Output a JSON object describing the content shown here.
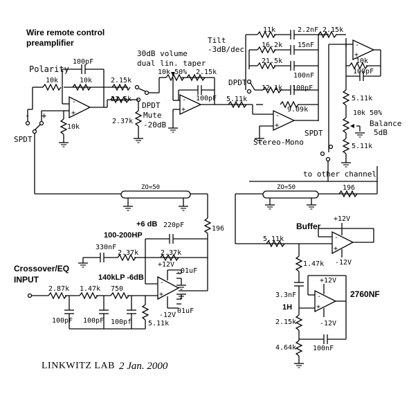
{
  "title_line1": "Wire remote control",
  "title_line2": "preamplifier",
  "polarity": "Polarity",
  "spdt_left": "SPDT",
  "minus": "-",
  "plus": "+",
  "pol_cap": "100pF",
  "pol_r1": "10k",
  "pol_r2": "10k",
  "pol_r3": "10k",
  "r_215_a": "2.15k",
  "r_215_b": "21.5k",
  "r_237_a": "2.37k",
  "vol_title1": "30dB volume",
  "vol_title2": "dual lin. taper",
  "vol_pot": "10k 50%",
  "vol_r": "2.15k",
  "vol_cap": "100pF",
  "dpdt_mute1": "DPDT",
  "dpdt_mute2": "Mute",
  "dpdt_mute3": "-20dB",
  "r_511_a": "5.11k",
  "tilt1": "Tilt",
  "tilt2": "-3dB/dec",
  "tilt_r1": "11k",
  "tilt_c1": "2.2nF",
  "tilt_r2": "16.2k",
  "tilt_c2": "15nF",
  "tilt_r3": "21.5k",
  "tilt_c3": "100nF",
  "tilt_dpdt": "DPDT",
  "tilt_r4": "12.1k",
  "tilt_c4": "100pF",
  "tilt_r5": "9.09k",
  "tilt_r_out": "2.15k",
  "stereo_spdt": "SPDT",
  "stereo_mono": "Stereo-Mono",
  "bal_r1": "10k",
  "bal_cap": "100pF",
  "bal_r2": "5.11k",
  "bal_pot": "10k 50%",
  "bal_title1": "Balance",
  "bal_title2": "5dB",
  "bal_r3": "5.11k",
  "other_channel": "to other channel",
  "zo_left": "ZO=50",
  "zo_right": "ZO=50",
  "r_196_a": "196",
  "r_196_b": "196",
  "gain6": "+6 dB",
  "hp_label": "100-200HP",
  "hp_cap": "220pF",
  "c_330": "330nF",
  "r_237_b": "2.37k",
  "r_237_c": "2.37k",
  "xover1": "Crossover/EQ",
  "xover2": "INPUT",
  "lp_label": "140kLP -6dB",
  "v_pos_a": "+12V",
  "c_01_a": ".01uF",
  "c_01_b": ".01uF",
  "v_neg_a": "-12V",
  "r_287": "2.87k",
  "r_147_a": "1.47k",
  "r_750": "750",
  "c_100pf_a": "100pF",
  "c_100pf_b": "100pF",
  "c_100pf_c": "100pf",
  "r_511_b": "5.11k",
  "buffer": "Buffer",
  "v_pos_b": "+12V",
  "v_neg_b": "-12V",
  "r_511_c": "5.11k",
  "r_147_b": "1.47k",
  "c_33": "3.3nF",
  "ind_1h": "1H",
  "v_pos_c": "+12V",
  "opamp_2760": "2760NF",
  "v_neg_c": "-12V",
  "r_215_c": "2.15k",
  "r_464": "4.64k",
  "c_100nf": "100nF",
  "footer_lab": "LINKWITZ LAB",
  "footer_date": "2 Jan. 2000"
}
